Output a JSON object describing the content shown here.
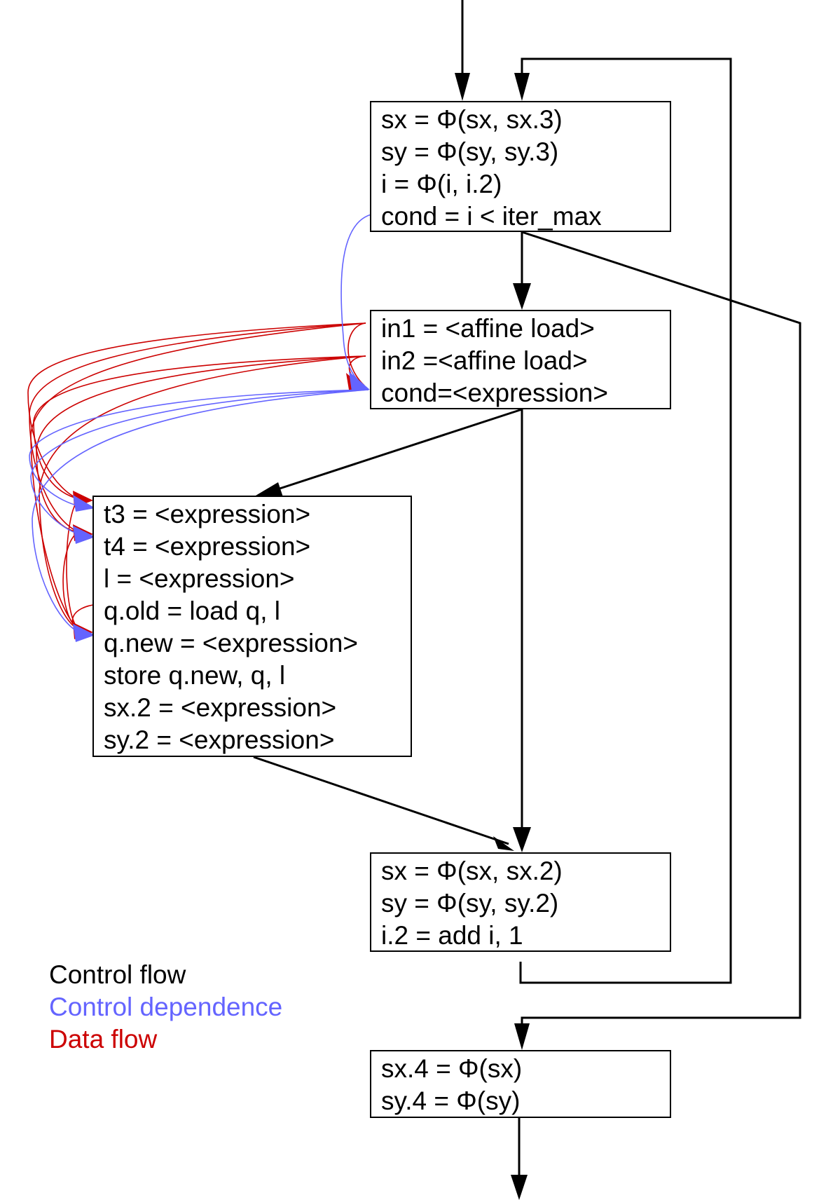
{
  "colors": {
    "control_flow": "#000000",
    "control_dependence": "#6464ff",
    "data_flow": "#cc0000"
  },
  "blocks": {
    "header": {
      "lines": [
        "sx = Φ(sx, sx.3)",
        "sy = Φ(sy, sy.3)",
        "i = Φ(i, i.2)",
        "cond = i < iter_max"
      ]
    },
    "cond": {
      "lines": [
        "in1 = <affine load>",
        "in2 =<affine load>",
        "cond=<expression>"
      ]
    },
    "body": {
      "lines": [
        "t3 = <expression>",
        "t4 = <expression>",
        "l = <expression>",
        "q.old = load q, l",
        "q.new = <expression>",
        "store q.new, q, l",
        "sx.2 = <expression>",
        "sy.2 = <expression>"
      ]
    },
    "latch": {
      "lines": [
        "sx = Φ(sx, sx.2)",
        "sy = Φ(sy, sy.2)",
        "i.2 = add i, 1"
      ]
    },
    "exit": {
      "lines": [
        "sx.4 = Φ(sx)",
        "sy.4 = Φ(sy)"
      ]
    }
  },
  "legend": {
    "control_flow": "Control flow",
    "control_dependence": "Control dependence",
    "data_flow": "Data flow"
  }
}
